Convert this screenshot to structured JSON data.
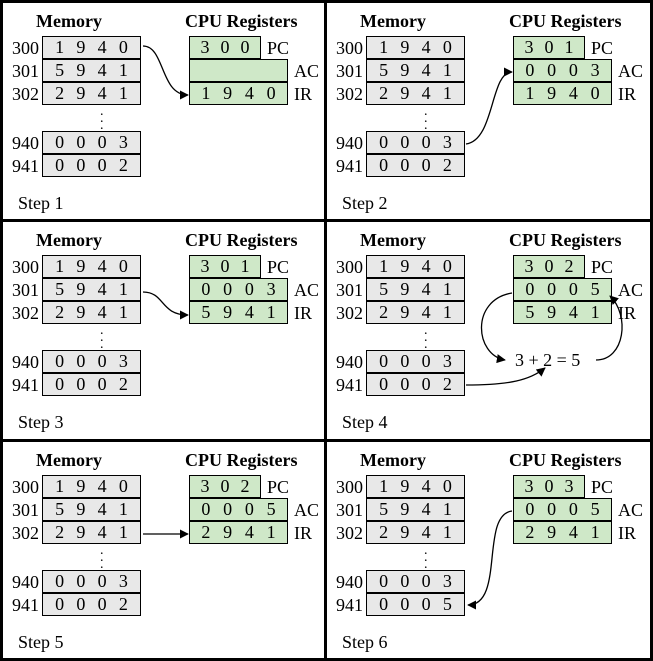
{
  "memory_title": "Memory",
  "registers_title": "CPU Registers",
  "register_labels": [
    "PC",
    "AC",
    "IR"
  ],
  "memory_addresses": [
    "300",
    "301",
    "302",
    "940",
    "941"
  ],
  "ellipsis": ".",
  "steps": [
    {
      "label": "Step 1",
      "memory": [
        [
          "1",
          "9",
          "4",
          "0"
        ],
        [
          "5",
          "9",
          "4",
          "1"
        ],
        [
          "2",
          "9",
          "4",
          "1"
        ],
        [
          "0",
          "0",
          "0",
          "3"
        ],
        [
          "0",
          "0",
          "0",
          "2"
        ]
      ],
      "pc": [
        "3",
        "0",
        "0"
      ],
      "ac": [
        "",
        "",
        "",
        ""
      ],
      "ir": [
        "1",
        "9",
        "4",
        "0"
      ]
    },
    {
      "label": "Step 2",
      "memory": [
        [
          "1",
          "9",
          "4",
          "0"
        ],
        [
          "5",
          "9",
          "4",
          "1"
        ],
        [
          "2",
          "9",
          "4",
          "1"
        ],
        [
          "0",
          "0",
          "0",
          "3"
        ],
        [
          "0",
          "0",
          "0",
          "2"
        ]
      ],
      "pc": [
        "3",
        "0",
        "1"
      ],
      "ac": [
        "0",
        "0",
        "0",
        "3"
      ],
      "ir": [
        "1",
        "9",
        "4",
        "0"
      ]
    },
    {
      "label": "Step 3",
      "memory": [
        [
          "1",
          "9",
          "4",
          "0"
        ],
        [
          "5",
          "9",
          "4",
          "1"
        ],
        [
          "2",
          "9",
          "4",
          "1"
        ],
        [
          "0",
          "0",
          "0",
          "3"
        ],
        [
          "0",
          "0",
          "0",
          "2"
        ]
      ],
      "pc": [
        "3",
        "0",
        "1"
      ],
      "ac": [
        "0",
        "0",
        "0",
        "3"
      ],
      "ir": [
        "5",
        "9",
        "4",
        "1"
      ]
    },
    {
      "label": "Step 4",
      "memory": [
        [
          "1",
          "9",
          "4",
          "0"
        ],
        [
          "5",
          "9",
          "4",
          "1"
        ],
        [
          "2",
          "9",
          "4",
          "1"
        ],
        [
          "0",
          "0",
          "0",
          "3"
        ],
        [
          "0",
          "0",
          "0",
          "2"
        ]
      ],
      "pc": [
        "3",
        "0",
        "2"
      ],
      "ac": [
        "0",
        "0",
        "0",
        "5"
      ],
      "ir": [
        "5",
        "9",
        "4",
        "1"
      ],
      "calc": "3 + 2 = 5"
    },
    {
      "label": "Step 5",
      "memory": [
        [
          "1",
          "9",
          "4",
          "0"
        ],
        [
          "5",
          "9",
          "4",
          "1"
        ],
        [
          "2",
          "9",
          "4",
          "1"
        ],
        [
          "0",
          "0",
          "0",
          "3"
        ],
        [
          "0",
          "0",
          "0",
          "2"
        ]
      ],
      "pc": [
        "3",
        "0",
        "2"
      ],
      "ac": [
        "0",
        "0",
        "0",
        "5"
      ],
      "ir": [
        "2",
        "9",
        "4",
        "1"
      ]
    },
    {
      "label": "Step 6",
      "memory": [
        [
          "1",
          "9",
          "4",
          "0"
        ],
        [
          "5",
          "9",
          "4",
          "1"
        ],
        [
          "2",
          "9",
          "4",
          "1"
        ],
        [
          "0",
          "0",
          "0",
          "3"
        ],
        [
          "0",
          "0",
          "0",
          "5"
        ]
      ],
      "pc": [
        "3",
        "0",
        "3"
      ],
      "ac": [
        "0",
        "0",
        "0",
        "5"
      ],
      "ir": [
        "2",
        "9",
        "4",
        "1"
      ]
    }
  ]
}
